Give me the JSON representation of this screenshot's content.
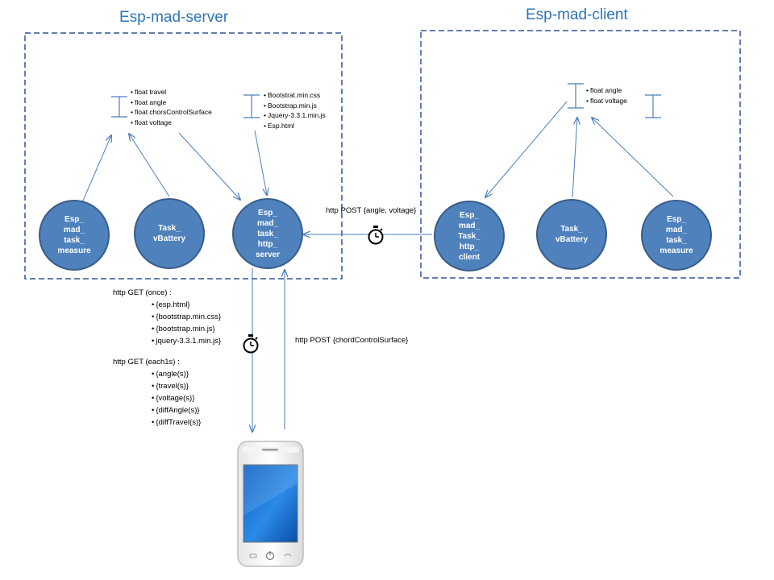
{
  "server": {
    "title": "Esp-mad-server",
    "nodes": {
      "measure": "Esp_\nmad_\ntask_\nmeasure",
      "battery": "Task_\nvBattery",
      "http_server": "Esp_\nmad_\ntask_\nhttp_\nserver"
    },
    "vars": [
      "float travel",
      "float angle",
      "float chorsControlSurface",
      "float voltage"
    ],
    "files": [
      "Bootstrat.min.css",
      "Bootstrap.min.js",
      "Jquery-3.3.1.min.js",
      "Esp.html"
    ]
  },
  "client": {
    "title": "Esp-mad-client",
    "nodes": {
      "http_client": "Esp_\nmad_\nTask_\nhttp_\nclient",
      "battery": "Task_\nvBattery",
      "measure": "Esp_\nmad_\ntask_\nmeasure"
    },
    "vars": [
      "float angle",
      "float voltage"
    ]
  },
  "links": {
    "post_client": "http POST {angle, voltage}",
    "post_phone": "http POST {chordControlSurface}",
    "get_once": {
      "title": "http GET (once) :",
      "items": [
        "{esp.html}",
        "{bootstrap.min.css}",
        "{bootstrap.min.js}",
        "jquery-3.3.1.min.js}"
      ]
    },
    "get_each": {
      "title": "http GET (each1s) :",
      "items": [
        "{angle(s)}",
        "{travel(s)}",
        "{voltage(s)}",
        "{diffAngle(s)}",
        "{diffTravel(s)}"
      ]
    }
  },
  "colors": {
    "box": "#2f5597",
    "node": "#4f81bd",
    "arrow": "#4a7ebb",
    "title": "#2e75b6"
  },
  "icons": [
    "timer-icon",
    "smartphone-icon"
  ]
}
